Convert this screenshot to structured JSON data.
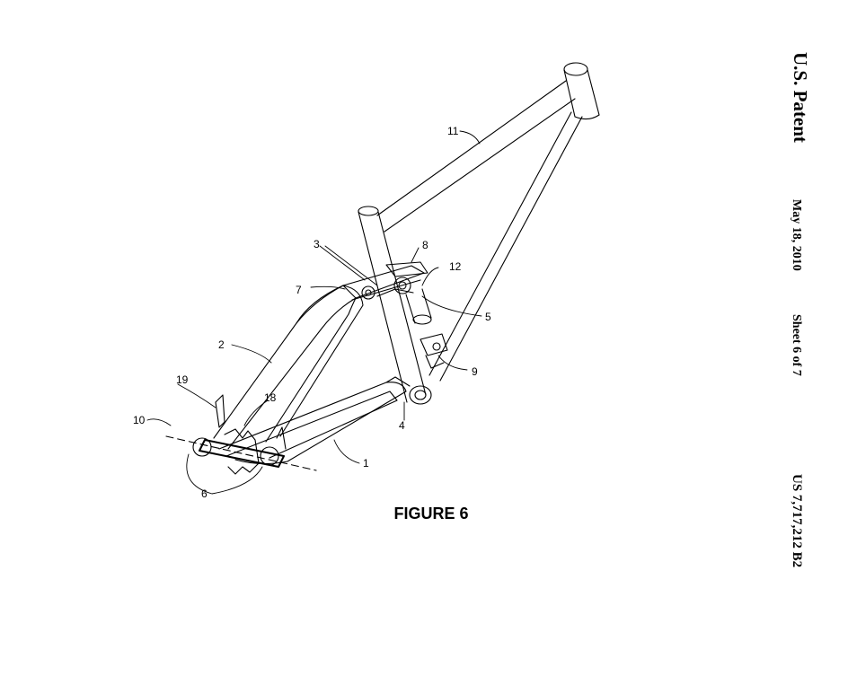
{
  "header": {
    "title": "U.S. Patent",
    "date": "May 18, 2010",
    "sheet": "Sheet 6 of 7",
    "patent_number": "US 7,717,212 B2"
  },
  "figure": {
    "caption": "FIGURE 6",
    "reference_numerals": [
      "1",
      "2",
      "3",
      "4",
      "5",
      "6",
      "7",
      "8",
      "9",
      "10",
      "11",
      "12",
      "18",
      "19"
    ]
  }
}
